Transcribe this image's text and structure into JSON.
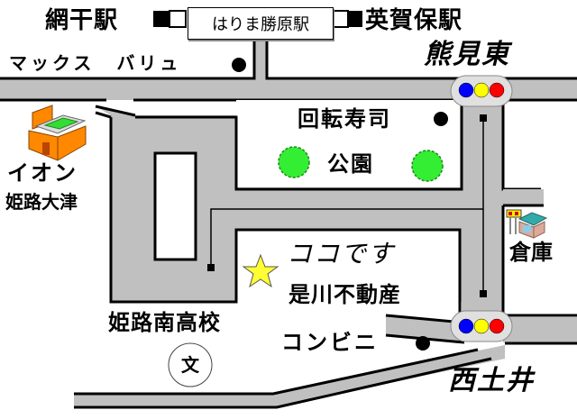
{
  "stations": {
    "left": "網干駅",
    "center": "はりま勝原駅",
    "right": "英賀保駅"
  },
  "areas": {
    "kumami_higashi": "熊見東",
    "nishi_tsuchii": "西土井"
  },
  "landmarks": {
    "max_valu": "マックス　バリュ",
    "kaiten_sushi": "回転寿司",
    "park": "公園",
    "aeon_line1": "イオン",
    "aeon_line2": "姫路大津",
    "warehouse": "倉庫",
    "high_school": "姫路南高校",
    "school_symbol": "文",
    "convenience_store": "コンビニ"
  },
  "destination": {
    "marker": "ココです",
    "name": "是川不動産"
  },
  "icons": {
    "star": "star-icon",
    "traffic_light": "traffic-light-icon",
    "tree": "tree-icon",
    "building": "shopping-mall-icon",
    "warehouse": "warehouse-icon",
    "school": "school-icon",
    "dot": "landmark-dot-icon"
  },
  "colors": {
    "road": "#c0c0c0",
    "signal_blue": "#0000ff",
    "signal_yellow": "#ffff00",
    "signal_red": "#ff0000",
    "star": "#ffff33",
    "tree": "#33ee33",
    "mall": "#ff8800"
  }
}
